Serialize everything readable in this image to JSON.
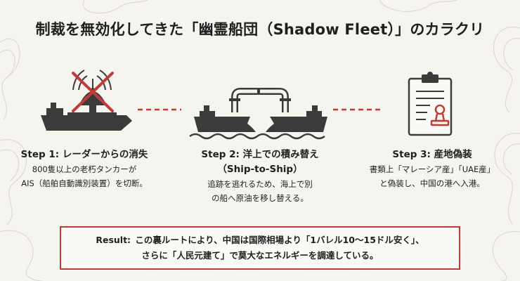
{
  "title": "制裁を無効化してきた「幽霊船団（Shadow Fleet）」のカラクリ",
  "steps": [
    {
      "heading": "Step 1: レーダーからの消失",
      "desc_line1": "800隻以上の老朽タンカーが",
      "desc_line2": "AIS（船舶自動識別装置）を切断。",
      "icon": "radar-crossed-tanker-icon"
    },
    {
      "heading_line1": "Step 2: 洋上での積み替え",
      "heading_line2": "（Ship-to-Ship）",
      "desc_line1": "追跡を逃れるため、海上で別",
      "desc_line2": "の船へ原油を移し替える。",
      "icon": "ship-to-ship-transfer-icon"
    },
    {
      "heading": "Step 3: 産地偽装",
      "desc_line1": "書類上「マレーシア産」「UAE産」",
      "desc_line2": "と偽装し、中国の港へ入港。",
      "icon": "clipboard-document-icon"
    }
  ],
  "result": {
    "label": "Result:",
    "line1": "この裏ルートにより、中国は国際相場より「1バレル10〜15ドル安く」、",
    "line2": "さらに「人民元建て」で莫大なエネルギーを調達している。"
  },
  "colors": {
    "accent_red": "#c03c36",
    "ship_dark": "#3b3b3b",
    "background": "#f6f4ef"
  }
}
